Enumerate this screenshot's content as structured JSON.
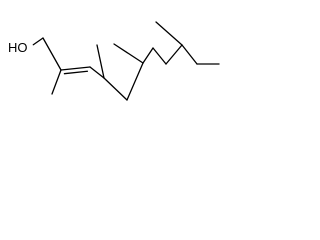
{
  "molecule": {
    "atoms": [
      {
        "element": "O",
        "label": "HO"
      },
      {
        "element": "C"
      },
      {
        "element": "C"
      },
      {
        "element": "C"
      },
      {
        "element": "C"
      },
      {
        "element": "C"
      },
      {
        "element": "C"
      },
      {
        "element": "C"
      },
      {
        "element": "C"
      },
      {
        "element": "C"
      },
      {
        "element": "C"
      },
      {
        "element": "C"
      },
      {
        "element": "C"
      },
      {
        "element": "C"
      },
      {
        "element": "C"
      },
      {
        "element": "C"
      }
    ],
    "bonds": [
      {
        "from": 0,
        "to": 1,
        "order": 1
      },
      {
        "from": 1,
        "to": 2,
        "order": 1
      },
      {
        "from": 2,
        "to": 3,
        "order": 1
      },
      {
        "from": 2,
        "to": 4,
        "order": 2
      },
      {
        "from": 4,
        "to": 5,
        "order": 1
      },
      {
        "from": 5,
        "to": 6,
        "order": 1
      },
      {
        "from": 5,
        "to": 7,
        "order": 1
      },
      {
        "from": 7,
        "to": 8,
        "order": 1
      },
      {
        "from": 8,
        "to": 9,
        "order": 1
      },
      {
        "from": 8,
        "to": 10,
        "order": 1
      },
      {
        "from": 10,
        "to": 11,
        "order": 1
      },
      {
        "from": 11,
        "to": 12,
        "order": 1
      },
      {
        "from": 12,
        "to": 13,
        "order": 1
      },
      {
        "from": 12,
        "to": 14,
        "order": 1
      },
      {
        "from": 14,
        "to": 15,
        "order": 1
      }
    ]
  },
  "colors": {
    "bond": "#000000",
    "label": "#000000",
    "background": "#ffffff"
  }
}
